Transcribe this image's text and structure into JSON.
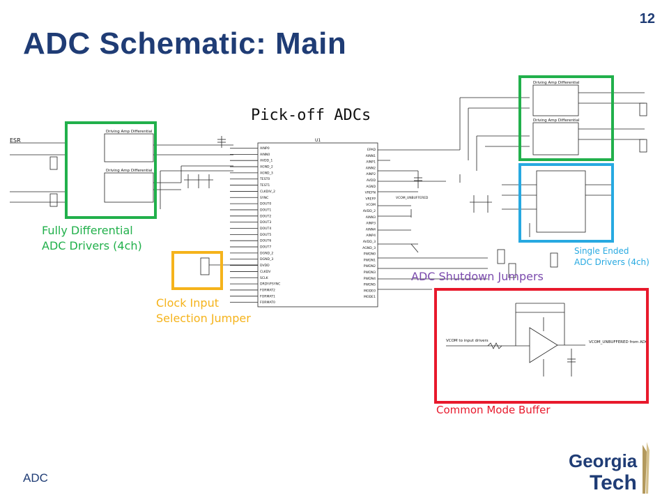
{
  "slide": {
    "title": "ADC Schematic: Main",
    "page_number": "12",
    "footer": "ADC"
  },
  "schematic": {
    "heading": "Pick-off ADCs",
    "left_label": "ESR",
    "chip_name": "U1",
    "amp_block_title": "Driving Amp Differential",
    "left_pins": [
      "AINP0",
      "AINN0",
      "AVDD_1",
      "AGND_2",
      "AGND_3",
      "TEST0",
      "TEST1",
      "CLKDIV_2",
      "SYNC",
      "DOUT0",
      "DOUT1",
      "DOUT2",
      "DOUT3",
      "DOUT4",
      "DOUT5",
      "DOUT6",
      "DOUT7",
      "DGND_2",
      "DGND_3",
      "DVDD",
      "CLKDV",
      "SCLK",
      "DRDY/FSYNC",
      "FORMAT2",
      "FORMAT1",
      "FORMAT0"
    ],
    "right_pins": [
      "EPAD",
      "AINN1",
      "AINP1",
      "AINN2",
      "AINP2",
      "AVDD",
      "AGND",
      "VREFN",
      "VREFP",
      "VCOM",
      "AVDD_2",
      "AINN3",
      "AINP3",
      "AINN4",
      "AINP4",
      "AVDD_3",
      "AGND_3",
      "PWDN0",
      "PWDN1",
      "PWDN2",
      "PWDN3",
      "PWDN4",
      "PWDN5",
      "MODE0",
      "MODE1"
    ],
    "vcom_unbuffered": "VCOM_UNBUFFERED",
    "vcom_to_drivers": "VCOM to input drivers",
    "vcom_from_adc": "VCOM_UNBUFFERED from ADC"
  },
  "annotations": {
    "fully_diff": [
      "Fully Differential",
      "ADC Drivers (4ch)"
    ],
    "clock_jumper": [
      "Clock Input",
      "Selection Jumper"
    ],
    "shutdown": "ADC Shutdown Jumpers",
    "single_ended": [
      "Single Ended",
      "ADC Drivers (4ch)"
    ],
    "common_mode": "Common Mode Buffer"
  },
  "logo": {
    "line1": "Georgia",
    "line2": "Tech"
  },
  "colors": {
    "title": "#1f3c75",
    "green": "#21b04b",
    "gold": "#f5b31b",
    "purple": "#7b4bad",
    "cyan": "#27a9e1",
    "red": "#e8192c",
    "navy": "#1f3c75"
  }
}
